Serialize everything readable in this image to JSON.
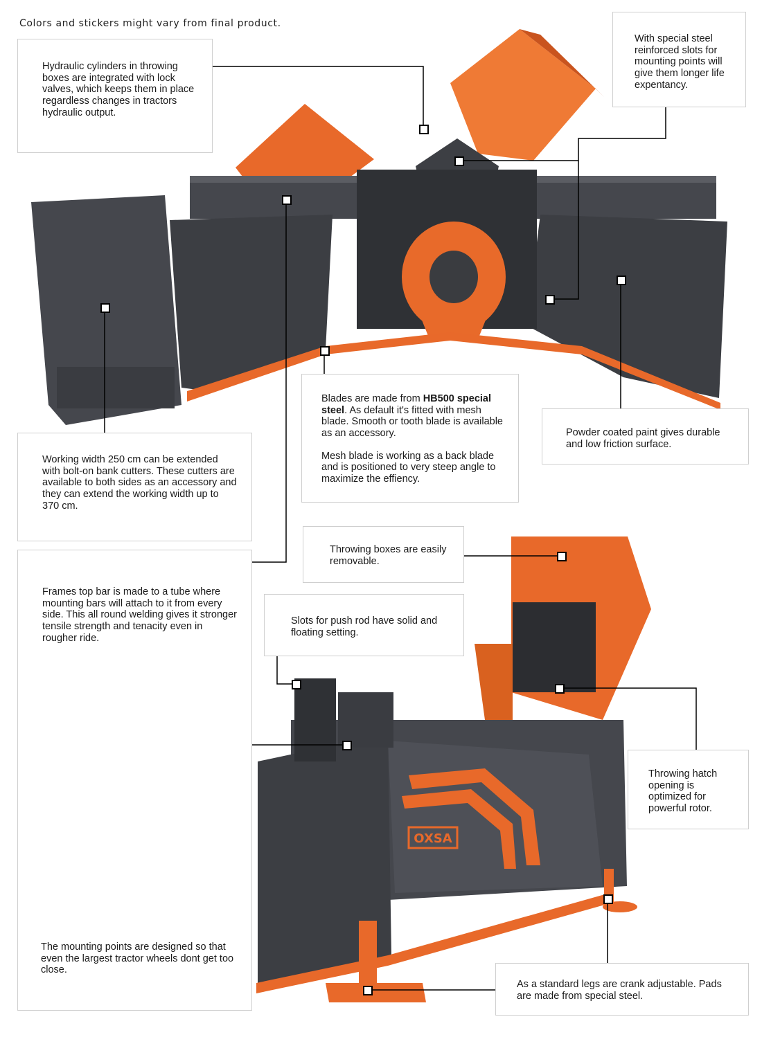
{
  "disclaimer": "Colors and stickers might vary from final product.",
  "callouts": {
    "hydraulic": "Hydraulic cylinders in throwing boxes are integrated with lock valves, which keeps them in place regardless changes in tractors hydraulic output.",
    "slots": "With special steel reinforced slots for mounting points will give them longer life expentancy.",
    "blades_pre": "Blades are made from ",
    "blades_bold": "HB500 special steel",
    "blades_post": ". As default it's fitted with mesh blade. Smooth or tooth blade is available as an accessory.",
    "mesh": "Mesh blade is working as a back blade and is positioned to very steep angle to maximize the effiency.",
    "powder": "Powder coated paint gives durable and low friction surface.",
    "width": "Working width 250 cm can be extended with bolt-on bank cutters. These cutters are available to both sides as an accessory and they can extend the working width up to 370 cm.",
    "topbar": "Frames top bar is made to a tube where mounting bars will attach to it from every side. This all round welding gives it stronger tensile strength and tenacity even in rougher ride.",
    "mounting_points": "The mounting points are designed so that even the largest tractor wheels dont get too close.",
    "removable": "Throwing boxes are easily removable.",
    "push_rod": "Slots for push rod have solid and floating setting.",
    "hatch": "Throwing hatch opening is optimized for powerful rotor.",
    "legs": "As a standard legs are crank adjustable. Pads are made from special steel."
  },
  "brand": {
    "logo_text": "OXSA"
  },
  "colors": {
    "orange": "#e8692a",
    "dark": "#4a4c52",
    "darker": "#35373c"
  }
}
